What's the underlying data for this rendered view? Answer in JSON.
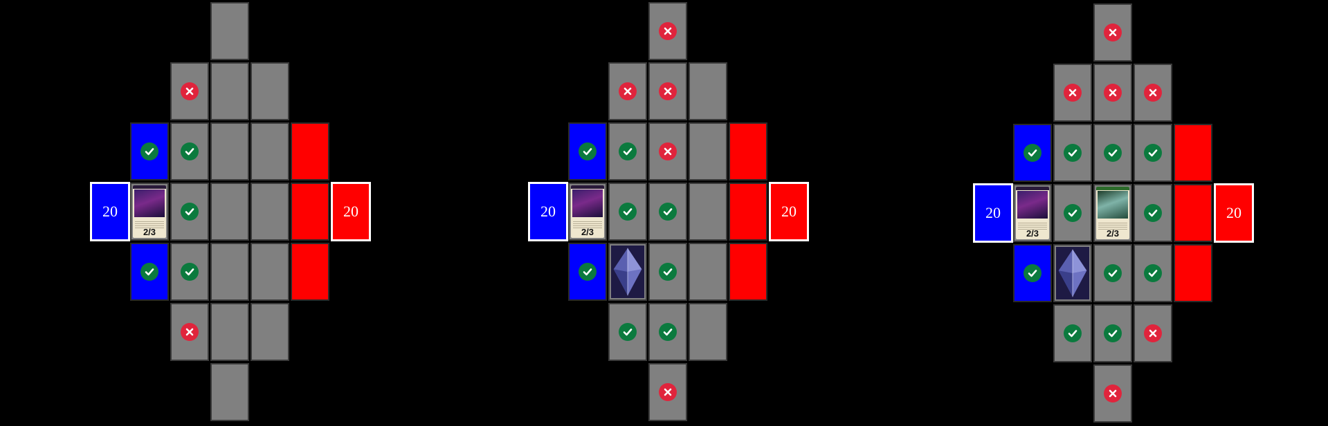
{
  "colors": {
    "empty_cell": "#808080",
    "player_blue": "#0000ff",
    "opponent_red": "#ff0000",
    "valid_mark": "#0b7a3e",
    "invalid_mark": "#e0243c"
  },
  "boards": [
    {
      "blue_life": "20",
      "red_life": "20",
      "cells": [
        {
          "col": 3,
          "row": 0,
          "type": "empty"
        },
        {
          "col": 2,
          "row": 1,
          "type": "empty",
          "mark": "invalid"
        },
        {
          "col": 3,
          "row": 1,
          "type": "empty"
        },
        {
          "col": 4,
          "row": 1,
          "type": "empty"
        },
        {
          "col": 1,
          "row": 2,
          "type": "blue",
          "mark": "valid"
        },
        {
          "col": 2,
          "row": 2,
          "type": "empty",
          "mark": "valid"
        },
        {
          "col": 3,
          "row": 2,
          "type": "empty"
        },
        {
          "col": 4,
          "row": 2,
          "type": "empty"
        },
        {
          "col": 5,
          "row": 2,
          "type": "red"
        },
        {
          "col": 1,
          "row": 3,
          "type": "card",
          "card": "purple",
          "stats": "2/3"
        },
        {
          "col": 2,
          "row": 3,
          "type": "empty",
          "mark": "valid"
        },
        {
          "col": 3,
          "row": 3,
          "type": "empty"
        },
        {
          "col": 4,
          "row": 3,
          "type": "empty"
        },
        {
          "col": 5,
          "row": 3,
          "type": "red"
        },
        {
          "col": 1,
          "row": 4,
          "type": "blue",
          "mark": "valid"
        },
        {
          "col": 2,
          "row": 4,
          "type": "empty",
          "mark": "valid"
        },
        {
          "col": 3,
          "row": 4,
          "type": "empty"
        },
        {
          "col": 4,
          "row": 4,
          "type": "empty"
        },
        {
          "col": 5,
          "row": 4,
          "type": "red"
        },
        {
          "col": 2,
          "row": 5,
          "type": "empty",
          "mark": "invalid"
        },
        {
          "col": 3,
          "row": 5,
          "type": "empty"
        },
        {
          "col": 4,
          "row": 5,
          "type": "empty"
        },
        {
          "col": 3,
          "row": 6,
          "type": "empty"
        }
      ]
    },
    {
      "blue_life": "20",
      "red_life": "20",
      "cells": [
        {
          "col": 3,
          "row": 0,
          "type": "empty",
          "mark": "invalid"
        },
        {
          "col": 2,
          "row": 1,
          "type": "empty",
          "mark": "invalid"
        },
        {
          "col": 3,
          "row": 1,
          "type": "empty",
          "mark": "invalid"
        },
        {
          "col": 4,
          "row": 1,
          "type": "empty"
        },
        {
          "col": 1,
          "row": 2,
          "type": "blue",
          "mark": "valid"
        },
        {
          "col": 2,
          "row": 2,
          "type": "empty",
          "mark": "valid"
        },
        {
          "col": 3,
          "row": 2,
          "type": "empty",
          "mark": "invalid"
        },
        {
          "col": 4,
          "row": 2,
          "type": "empty"
        },
        {
          "col": 5,
          "row": 2,
          "type": "red"
        },
        {
          "col": 1,
          "row": 3,
          "type": "card",
          "card": "purple",
          "stats": "2/3"
        },
        {
          "col": 2,
          "row": 3,
          "type": "empty",
          "mark": "valid"
        },
        {
          "col": 3,
          "row": 3,
          "type": "empty",
          "mark": "valid"
        },
        {
          "col": 4,
          "row": 3,
          "type": "empty"
        },
        {
          "col": 5,
          "row": 3,
          "type": "red"
        },
        {
          "col": 1,
          "row": 4,
          "type": "blue",
          "mark": "valid"
        },
        {
          "col": 2,
          "row": 4,
          "type": "crystal"
        },
        {
          "col": 3,
          "row": 4,
          "type": "empty",
          "mark": "valid"
        },
        {
          "col": 4,
          "row": 4,
          "type": "empty"
        },
        {
          "col": 5,
          "row": 4,
          "type": "red"
        },
        {
          "col": 2,
          "row": 5,
          "type": "empty",
          "mark": "valid"
        },
        {
          "col": 3,
          "row": 5,
          "type": "empty",
          "mark": "valid"
        },
        {
          "col": 4,
          "row": 5,
          "type": "empty"
        },
        {
          "col": 3,
          "row": 6,
          "type": "empty",
          "mark": "invalid"
        }
      ]
    },
    {
      "blue_life": "20",
      "red_life": "20",
      "cells": [
        {
          "col": 3,
          "row": 0,
          "type": "empty",
          "mark": "invalid"
        },
        {
          "col": 2,
          "row": 1,
          "type": "empty",
          "mark": "invalid"
        },
        {
          "col": 3,
          "row": 1,
          "type": "empty",
          "mark": "invalid"
        },
        {
          "col": 4,
          "row": 1,
          "type": "empty",
          "mark": "invalid"
        },
        {
          "col": 1,
          "row": 2,
          "type": "blue",
          "mark": "valid"
        },
        {
          "col": 2,
          "row": 2,
          "type": "empty",
          "mark": "valid"
        },
        {
          "col": 3,
          "row": 2,
          "type": "empty",
          "mark": "valid"
        },
        {
          "col": 4,
          "row": 2,
          "type": "empty",
          "mark": "valid"
        },
        {
          "col": 5,
          "row": 2,
          "type": "red"
        },
        {
          "col": 1,
          "row": 3,
          "type": "card",
          "card": "purple",
          "stats": "2/3"
        },
        {
          "col": 2,
          "row": 3,
          "type": "empty",
          "mark": "valid"
        },
        {
          "col": 3,
          "row": 3,
          "type": "card",
          "card": "green",
          "stats": "2/3"
        },
        {
          "col": 4,
          "row": 3,
          "type": "empty",
          "mark": "valid"
        },
        {
          "col": 5,
          "row": 3,
          "type": "red"
        },
        {
          "col": 1,
          "row": 4,
          "type": "blue",
          "mark": "valid"
        },
        {
          "col": 2,
          "row": 4,
          "type": "crystal"
        },
        {
          "col": 3,
          "row": 4,
          "type": "empty",
          "mark": "valid"
        },
        {
          "col": 4,
          "row": 4,
          "type": "empty",
          "mark": "valid"
        },
        {
          "col": 5,
          "row": 4,
          "type": "red"
        },
        {
          "col": 2,
          "row": 5,
          "type": "empty",
          "mark": "valid"
        },
        {
          "col": 3,
          "row": 5,
          "type": "empty",
          "mark": "valid"
        },
        {
          "col": 4,
          "row": 5,
          "type": "empty",
          "mark": "invalid"
        },
        {
          "col": 3,
          "row": 6,
          "type": "empty",
          "mark": "invalid"
        }
      ]
    }
  ]
}
